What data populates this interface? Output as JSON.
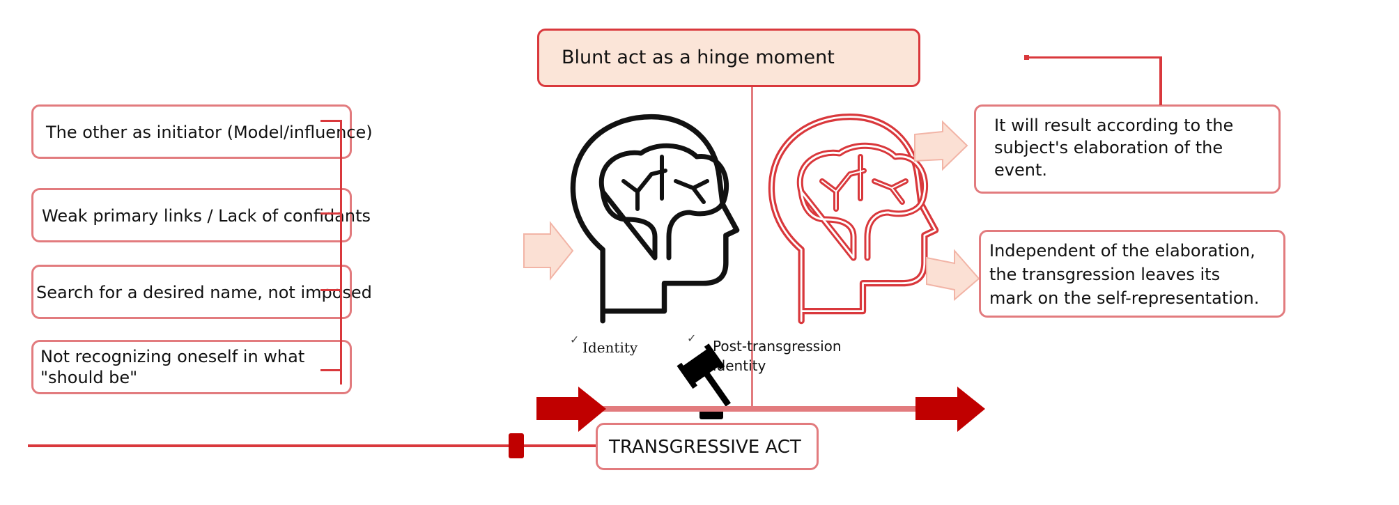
{
  "title": "Blunt act as a hinge moment",
  "left_factors": [
    "The other as initiator (Model/influence)",
    "Weak primary links / Lack of confidants",
    "Search for a desired name, not imposed",
    "Not recognizing oneself in what \"should be\""
  ],
  "left_factor_4_lines": [
    "Not recognizing oneself in what",
    "\"should be\""
  ],
  "heads": {
    "identity_label": "Identity",
    "post_label_line1": "Post-transgression",
    "post_label_line2": "identity"
  },
  "outcomes": {
    "first_lines": [
      "It will result according to the",
      "subject's elaboration of the",
      "event."
    ],
    "second_lines": [
      "Independent of the elaboration,",
      "the transgression leaves its",
      "mark on the self-representation."
    ]
  },
  "timeline": {
    "act_label": "TRANSGRESSIVE ACT"
  },
  "colors": {
    "accent_red": "#c00000",
    "line_red": "#d9383c",
    "border_pink": "#e27b7e",
    "title_fill": "#fbe5d8",
    "arrow_fill": "#fbe0d4"
  }
}
